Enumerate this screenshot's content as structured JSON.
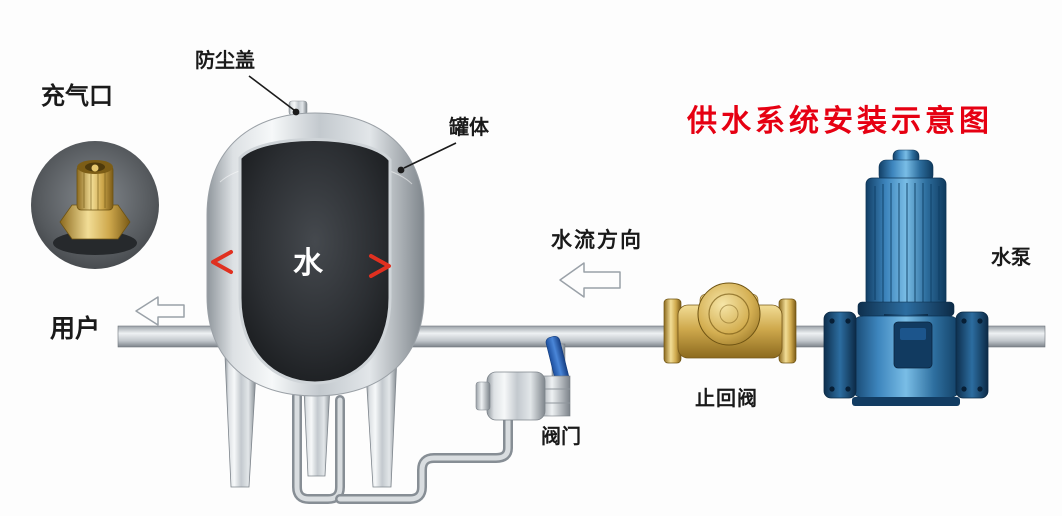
{
  "title": "供水系统安装示意图",
  "labels": {
    "air_inlet": "充气口",
    "dust_cover": "防尘盖",
    "tank_body": "罐体",
    "tank_water": "水",
    "flow_direction": "水流方向",
    "user": "用户",
    "valve": "阀门",
    "check_valve": "止回阀",
    "pump": "水泵"
  },
  "colors": {
    "title_red": "#e60012",
    "pump_blue": "#2e7cb8",
    "brass_gold": "#cfa94d",
    "steel_silver": "#c3c9ce",
    "handle_blue": "#2d65c0",
    "arrow_red": "#e03020",
    "water_text": "#ffffff",
    "cutaway_dark": "#2b2e32"
  }
}
